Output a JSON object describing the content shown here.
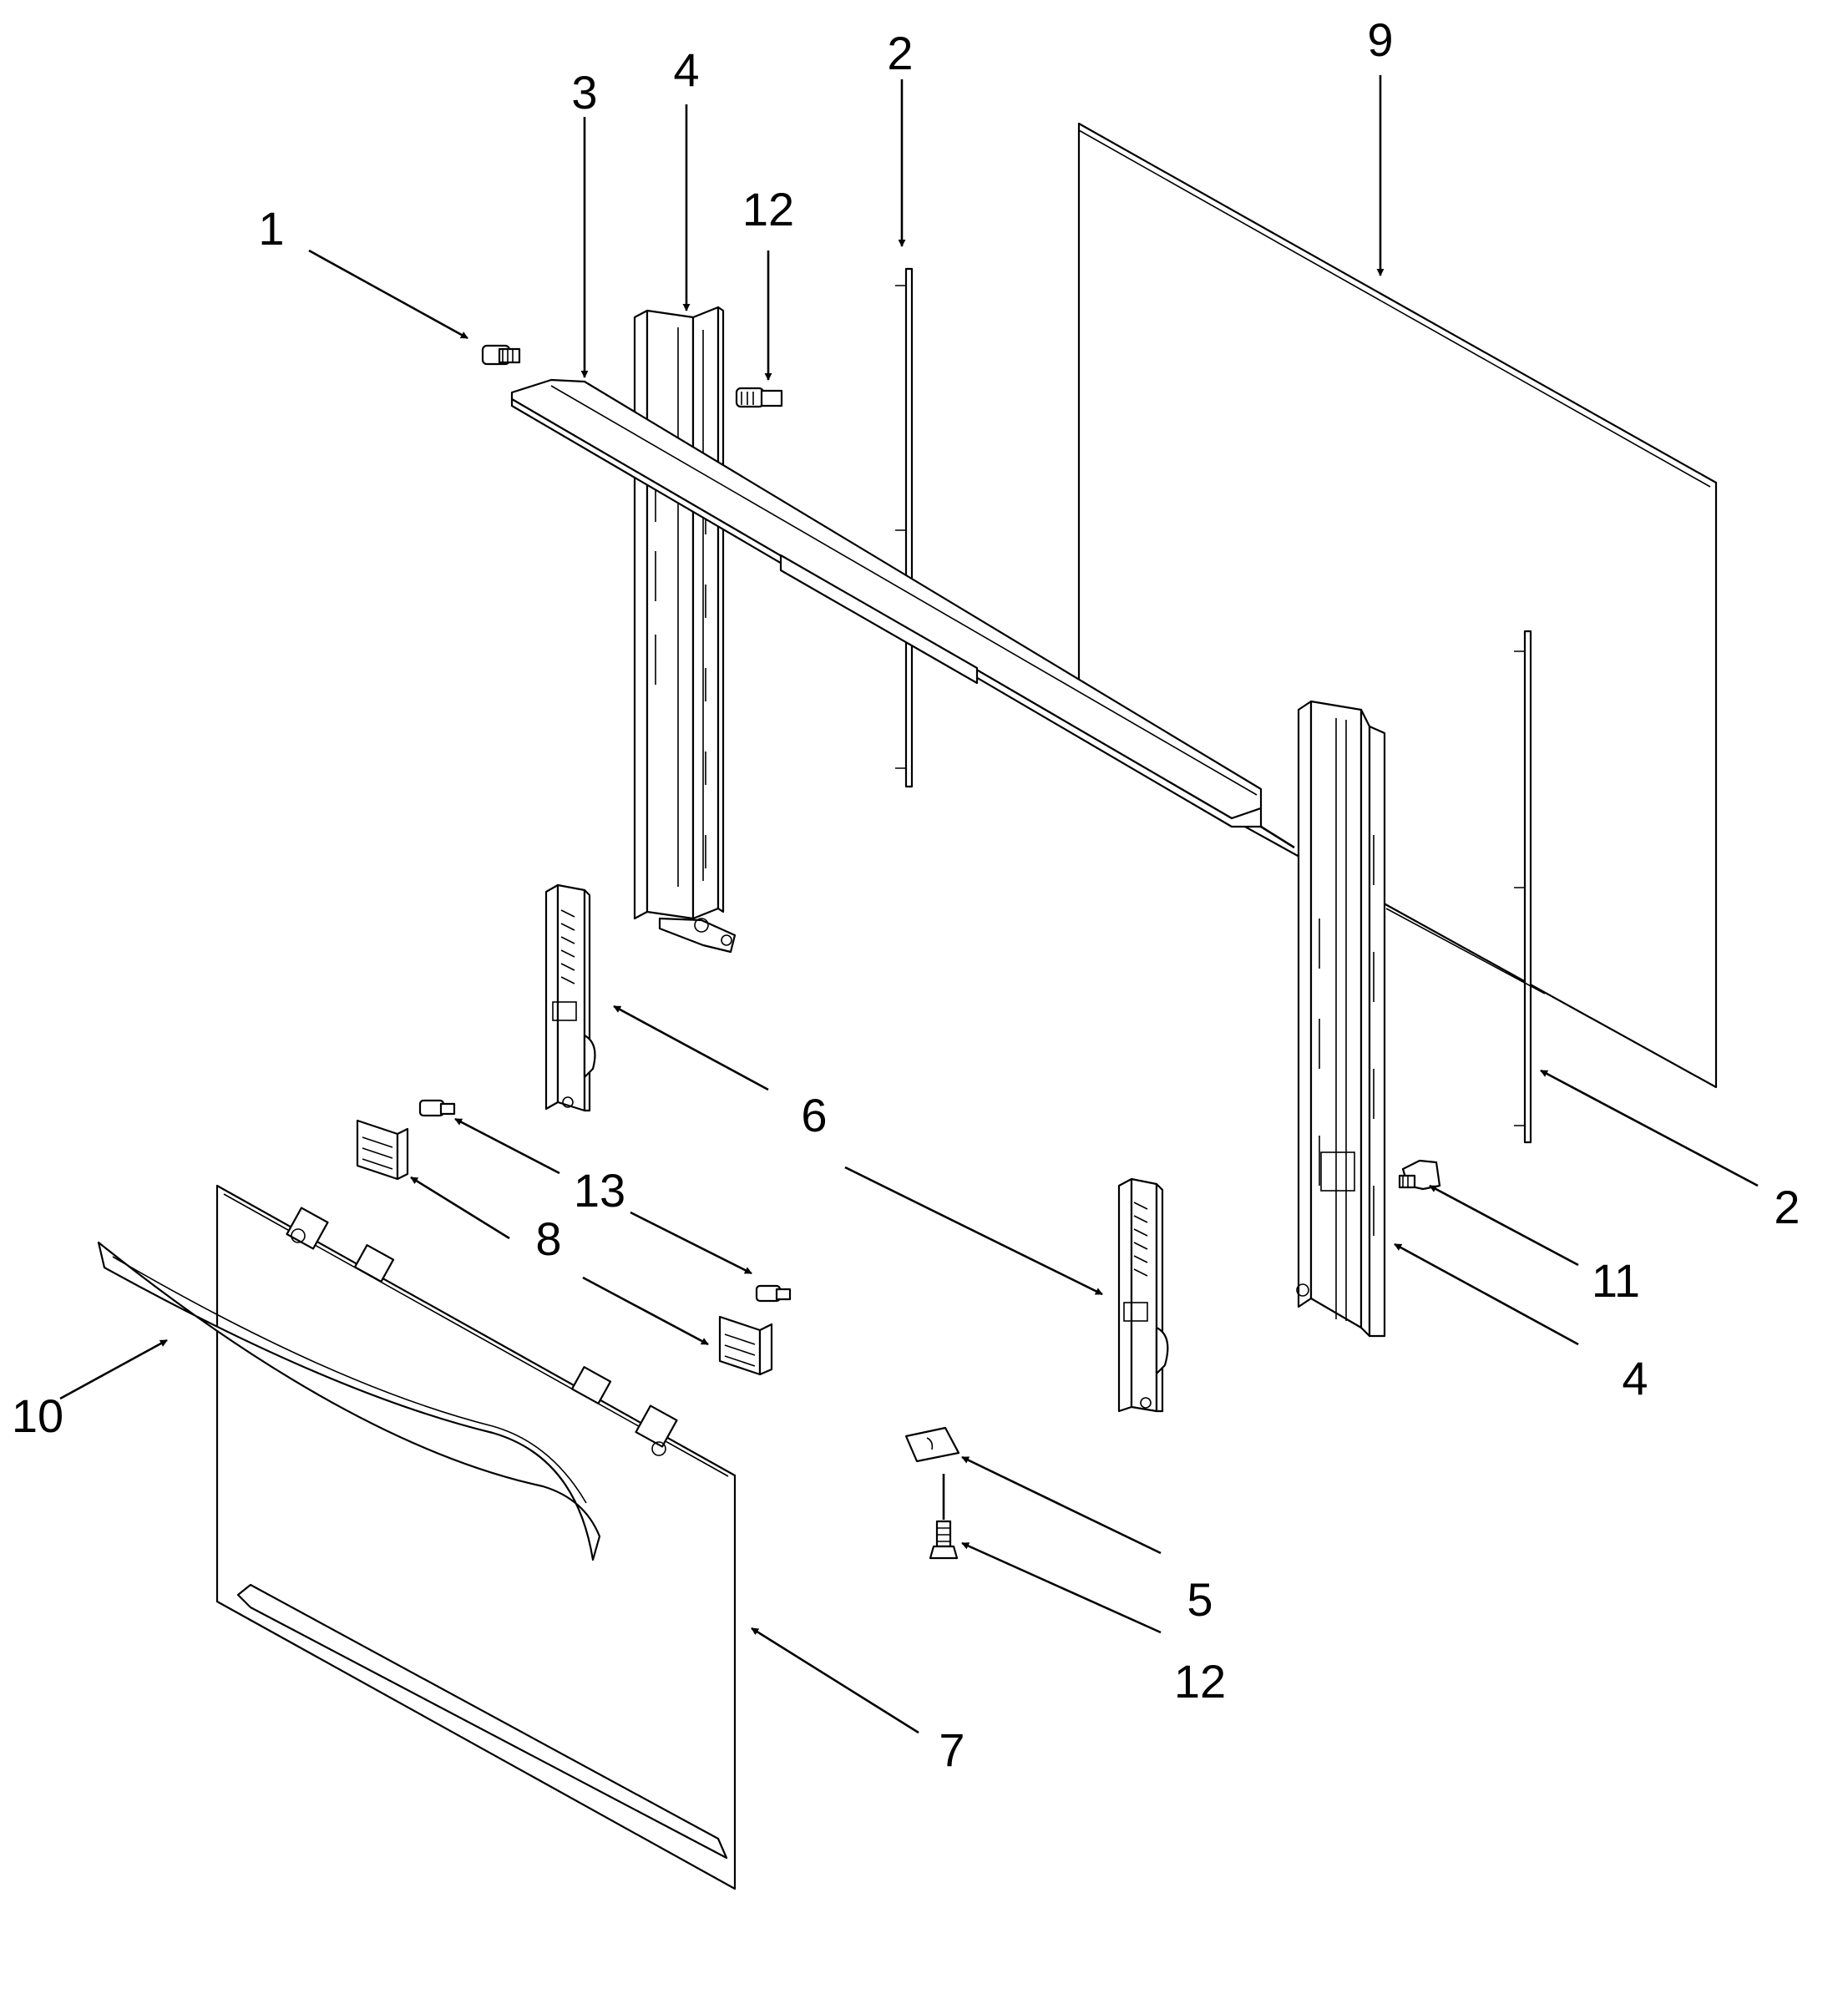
{
  "diagram": {
    "callouts": {
      "c1": "1",
      "c2_top": "2",
      "c2_right": "2",
      "c3": "3",
      "c4_top": "4",
      "c4_right": "4",
      "c5": "5",
      "c6": "6",
      "c7": "7",
      "c8": "8",
      "c9": "9",
      "c10": "10",
      "c11": "11",
      "c12_top": "12",
      "c12_bottom": "12",
      "c13": "13"
    }
  }
}
